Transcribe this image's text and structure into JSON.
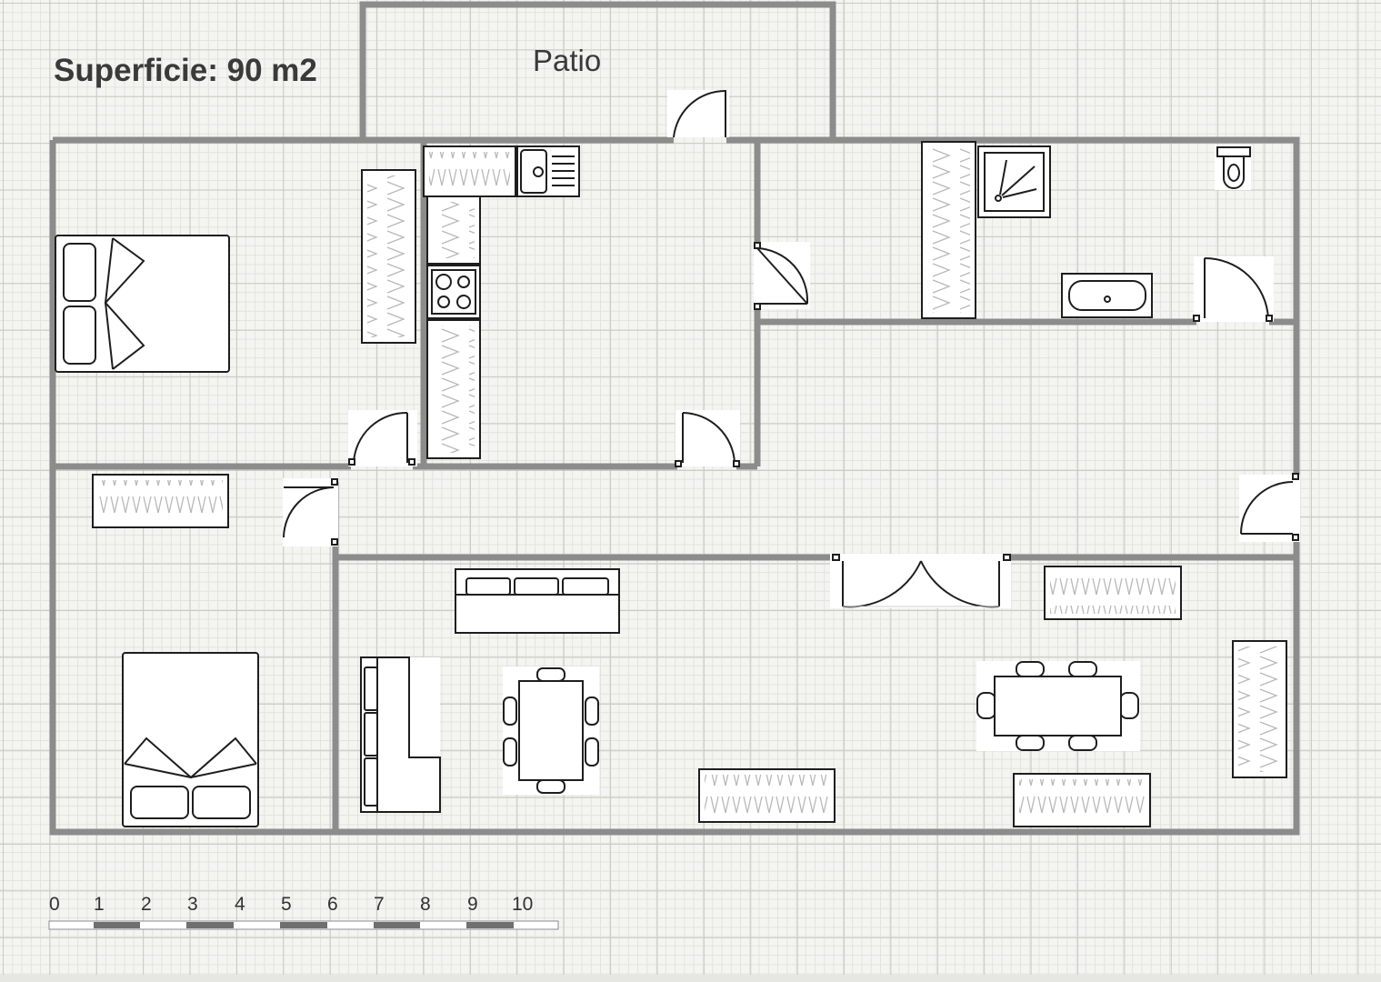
{
  "plan": {
    "area_label": "Superficie: 90 m2",
    "patio_label": "Patio",
    "scale_ticks": [
      "0",
      "1",
      "2",
      "3",
      "4",
      "5",
      "6",
      "7",
      "8",
      "9",
      "10"
    ]
  },
  "colors": {
    "wall": "#8c8c8c",
    "outline": "#1e1e1e",
    "grid_major": "#c9c9c4",
    "grid_minor": "#e2e2de",
    "background": "#f4f4f1",
    "scale_dark": "#6f6f6f",
    "scale_light": "#ffffff"
  },
  "furniture": [
    "double-bed-icon",
    "double-bed-icon",
    "wardrobe-icon",
    "kitchen-counter-icon",
    "sink-icon",
    "cooktop-icon",
    "shower-icon",
    "toilet-icon",
    "bathtub-icon",
    "sofa-icon",
    "corner-sofa-icon",
    "dining-table-icon",
    "door-icon",
    "double-door-icon"
  ]
}
